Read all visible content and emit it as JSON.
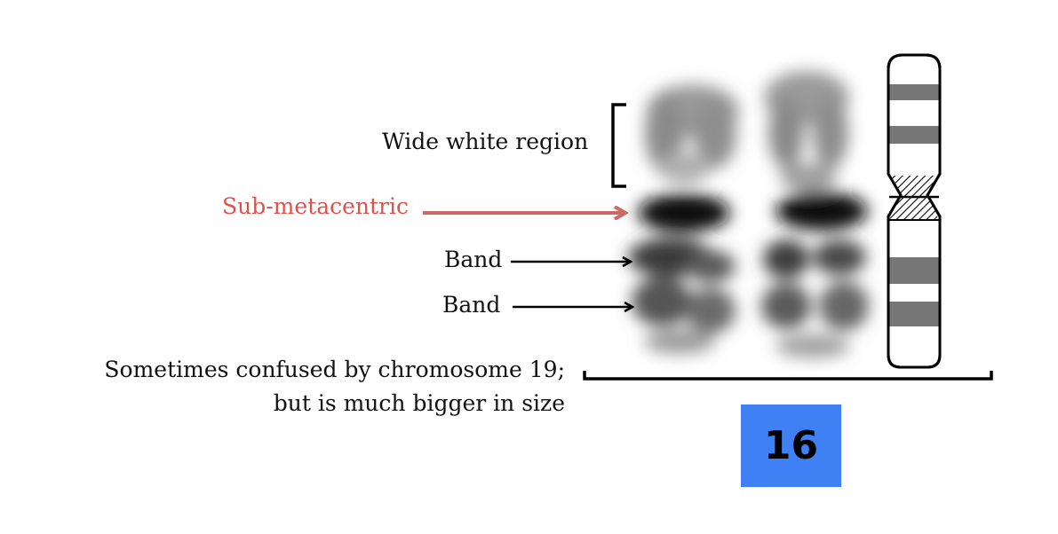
{
  "labels": {
    "wide_white_region": "Wide white region",
    "sub_metacentric": "Sub-metacentric",
    "band_1": "Band",
    "band_2": "Band"
  },
  "note": {
    "line_1": "Sometimes confused by chromosome 19;",
    "line_2": "but is much bigger in size"
  },
  "chromosome_number": "16",
  "colors": {
    "accent_red": "#d9534f",
    "arrow_red": "#cd6864",
    "badge_blue": "#3f80f5",
    "ink": "#111111"
  }
}
